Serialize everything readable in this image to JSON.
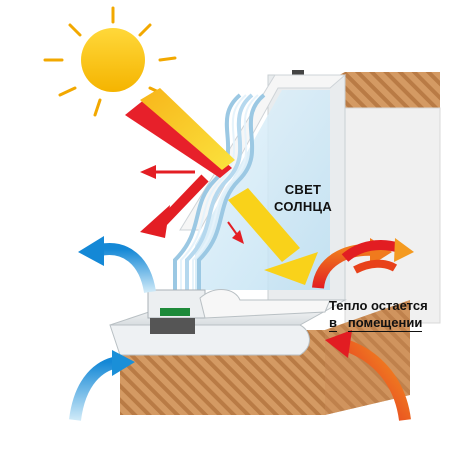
{
  "labels": {
    "sunlight_line1": "СВЕТ",
    "sunlight_line2": "СОЛНЦА",
    "heat_line1": "Тепло остается",
    "heat_line2_a": "в",
    "heat_line2_b": "помещении"
  },
  "colors": {
    "sun": "#f7c600",
    "sun_rays": "#f2a800",
    "sunbeam": "#f9d21a",
    "sunbeam_shadow": "#e7202a",
    "reflected_arrow": "#e31e24",
    "heat_arrow_warm": "#e8411a",
    "heat_arrow_orange": "#f08a1d",
    "cold_arrow": "#1a8fd8",
    "wall_brick": "#c98a56",
    "glass": "#cfe8f5",
    "frame": "#f3f3f3"
  },
  "icons": {
    "sun": "sun-icon",
    "sunbeam": "sunbeam-arrow",
    "reflection": "reflected-light-arrow",
    "heat": "heat-flow-arrow",
    "cold": "cold-air-arrow"
  }
}
